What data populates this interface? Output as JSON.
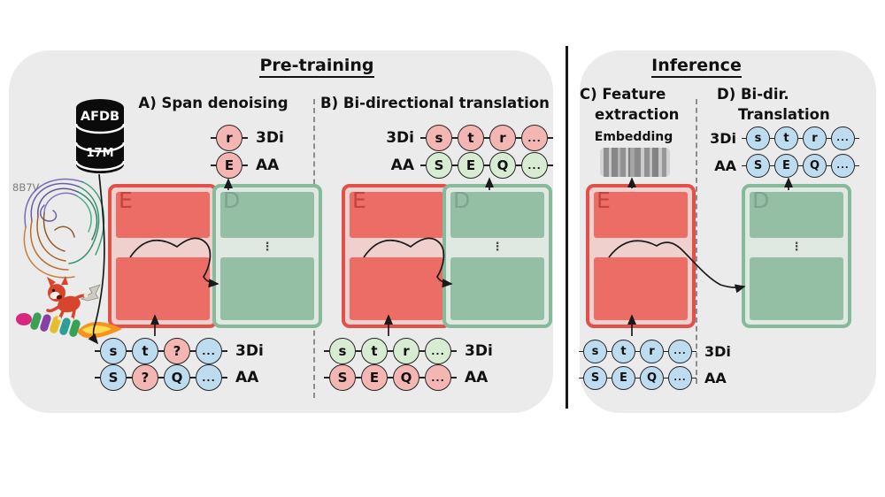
{
  "pretraining": {
    "title": "Pre-training",
    "panel_a": {
      "title": "A) Span denoising",
      "out_rows": [
        {
          "label": "3Di",
          "side": "right",
          "tokens": [
            {
              "t": "r",
              "c": "red"
            }
          ]
        },
        {
          "label": "AA",
          "side": "right",
          "tokens": [
            {
              "t": "E",
              "c": "red"
            }
          ]
        }
      ],
      "in_rows": [
        {
          "label": "3Di",
          "side": "right",
          "tokens": [
            {
              "t": "s",
              "c": "blue"
            },
            {
              "t": "t",
              "c": "blue"
            },
            {
              "t": "?",
              "c": "red"
            },
            {
              "t": "...",
              "c": "blue"
            }
          ]
        },
        {
          "label": "AA",
          "side": "right",
          "tokens": [
            {
              "t": "S",
              "c": "blue"
            },
            {
              "t": "?",
              "c": "red"
            },
            {
              "t": "Q",
              "c": "blue"
            },
            {
              "t": "...",
              "c": "blue"
            }
          ]
        }
      ]
    },
    "panel_b": {
      "title": "B) Bi-directional translation",
      "out_rows": [
        {
          "label": "3Di",
          "side": "left",
          "tokens": [
            {
              "t": "s",
              "c": "red"
            },
            {
              "t": "t",
              "c": "red"
            },
            {
              "t": "r",
              "c": "red"
            },
            {
              "t": "...",
              "c": "red"
            }
          ]
        },
        {
          "label": "AA",
          "side": "left",
          "tokens": [
            {
              "t": "S",
              "c": "green"
            },
            {
              "t": "E",
              "c": "green"
            },
            {
              "t": "Q",
              "c": "green"
            },
            {
              "t": "...",
              "c": "green"
            }
          ]
        }
      ],
      "in_rows": [
        {
          "label": "3Di",
          "side": "right",
          "tokens": [
            {
              "t": "s",
              "c": "green"
            },
            {
              "t": "t",
              "c": "green"
            },
            {
              "t": "r",
              "c": "green"
            },
            {
              "t": "...",
              "c": "green"
            }
          ]
        },
        {
          "label": "AA",
          "side": "right",
          "tokens": [
            {
              "t": "S",
              "c": "red"
            },
            {
              "t": "E",
              "c": "red"
            },
            {
              "t": "Q",
              "c": "red"
            },
            {
              "t": "...",
              "c": "red"
            }
          ]
        }
      ]
    }
  },
  "inference": {
    "title": "Inference",
    "panel_c": {
      "title_line1": "C) Feature",
      "title_line2": "extraction",
      "embedding_label": "Embedding"
    },
    "panel_d": {
      "title_line1": "D) Bi-dir.",
      "title_line2": "Translation",
      "out_rows": [
        {
          "label": "3Di",
          "side": "left",
          "tokens": [
            {
              "t": "s",
              "c": "blue"
            },
            {
              "t": "t",
              "c": "blue"
            },
            {
              "t": "r",
              "c": "blue"
            },
            {
              "t": "...",
              "c": "blue"
            }
          ]
        },
        {
          "label": "AA",
          "side": "left",
          "tokens": [
            {
              "t": "S",
              "c": "blue"
            },
            {
              "t": "E",
              "c": "blue"
            },
            {
              "t": "Q",
              "c": "blue"
            },
            {
              "t": "...",
              "c": "blue"
            }
          ]
        }
      ]
    },
    "in_rows": [
      {
        "label": "3Di",
        "side": "right",
        "tokens": [
          {
            "t": "s",
            "c": "blue"
          },
          {
            "t": "t",
            "c": "blue"
          },
          {
            "t": "r",
            "c": "blue"
          },
          {
            "t": "...",
            "c": "blue"
          }
        ]
      },
      {
        "label": "AA",
        "side": "right",
        "tokens": [
          {
            "t": "S",
            "c": "blue"
          },
          {
            "t": "E",
            "c": "blue"
          },
          {
            "t": "Q",
            "c": "blue"
          },
          {
            "t": "...",
            "c": "blue"
          }
        ]
      }
    ]
  },
  "blocks": {
    "encoder_letter": "E",
    "decoder_letter": "D",
    "ellipsis": "⋮"
  },
  "artwork": {
    "database_line1": "AFDB",
    "database_line2": "17M",
    "pdb_id": "8B7V"
  },
  "colors": {
    "panel_bg": "#ebebeb",
    "encoder_border": "#e1514a",
    "encoder_fill": "#ec6d66",
    "decoder_border": "#85bb9b",
    "decoder_fill": "#95bfa4",
    "token_red": "#f4b6b2",
    "token_green": "#d8ecd3",
    "token_blue": "#bedcf0"
  }
}
